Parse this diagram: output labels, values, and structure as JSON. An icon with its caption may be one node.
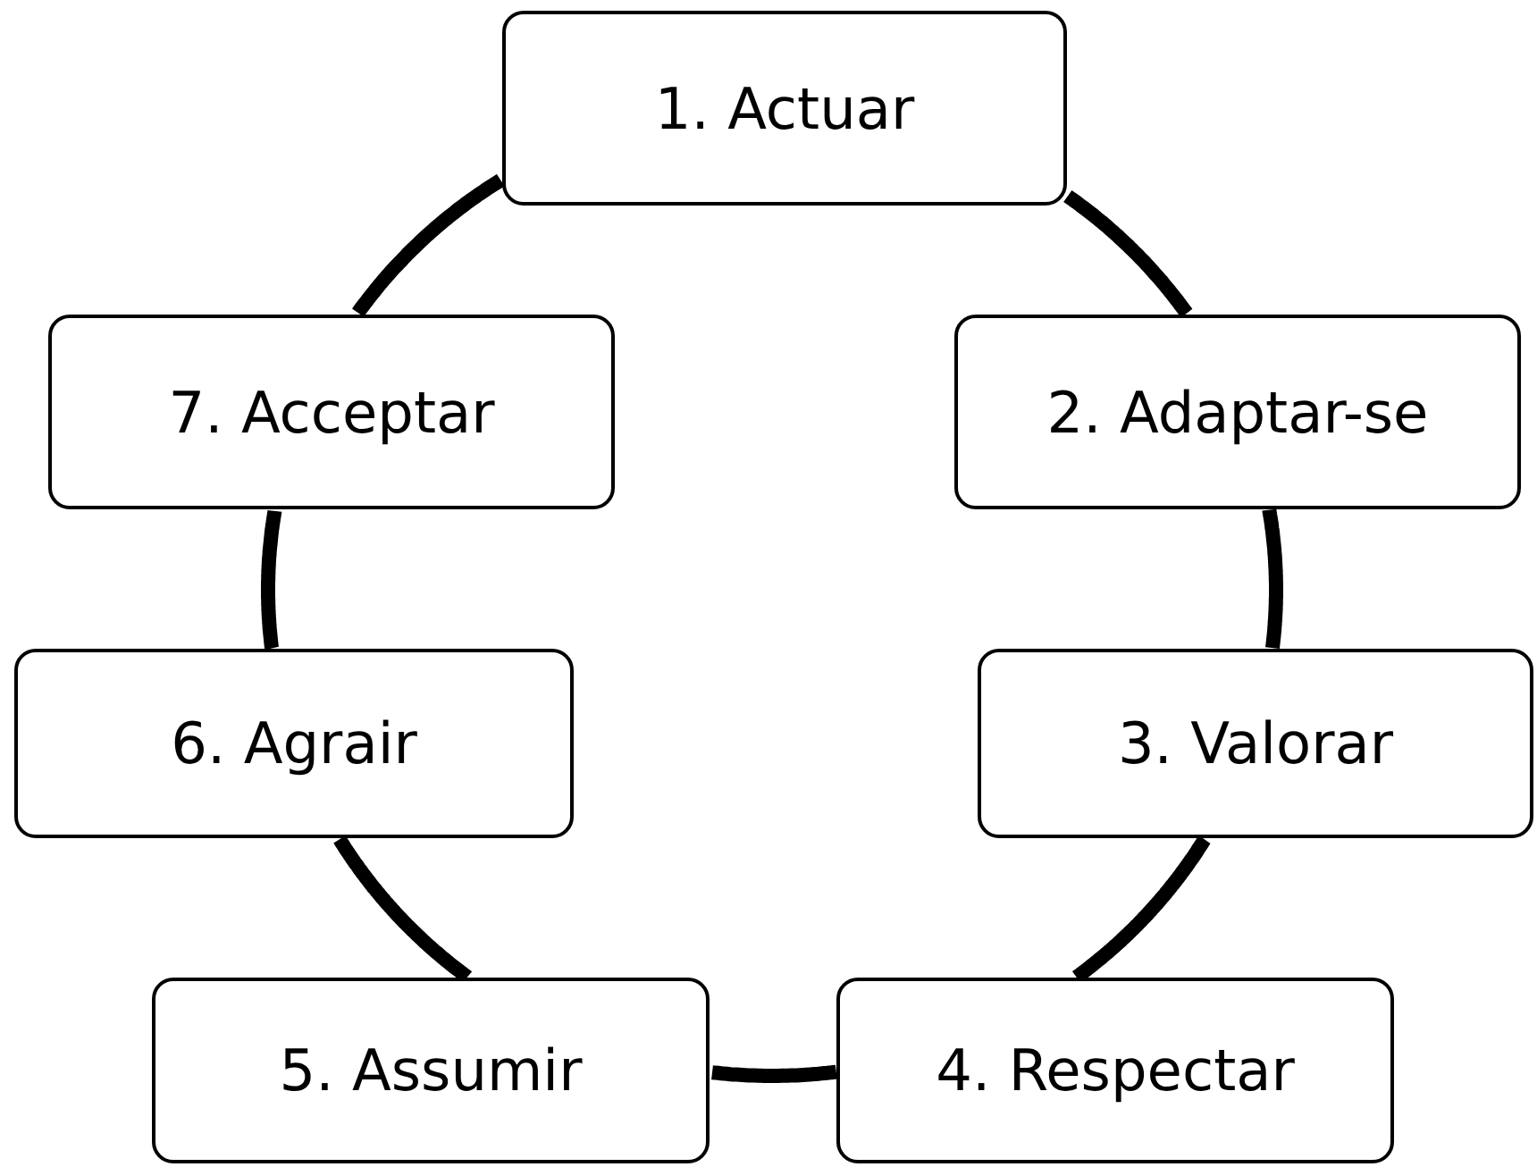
{
  "diagram": {
    "nodes": [
      {
        "text": [
          "1. Actuar"
        ]
      },
      {
        "text": [
          "2. Adaptar-se"
        ]
      },
      {
        "text": [
          "3. Valorar"
        ]
      },
      {
        "text": [
          "4. Respectar"
        ]
      },
      {
        "text": [
          "5. Assumir"
        ]
      },
      {
        "text": [
          "6. Agrair"
        ]
      },
      {
        "text": [
          "7. Acceptar"
        ]
      }
    ],
    "edges": [
      {
        "from": 0,
        "to": 1,
        "arrow": "none"
      },
      {
        "from": 1,
        "to": 2,
        "arrow": "none"
      },
      {
        "from": 2,
        "to": 3,
        "arrow": "none"
      },
      {
        "from": 3,
        "to": 4,
        "arrow": "none"
      },
      {
        "from": 4,
        "to": 5,
        "arrow": "none"
      },
      {
        "from": 5,
        "to": 6,
        "arrow": "none"
      },
      {
        "from": 6,
        "to": 0,
        "arrow": "none"
      }
    ]
  }
}
